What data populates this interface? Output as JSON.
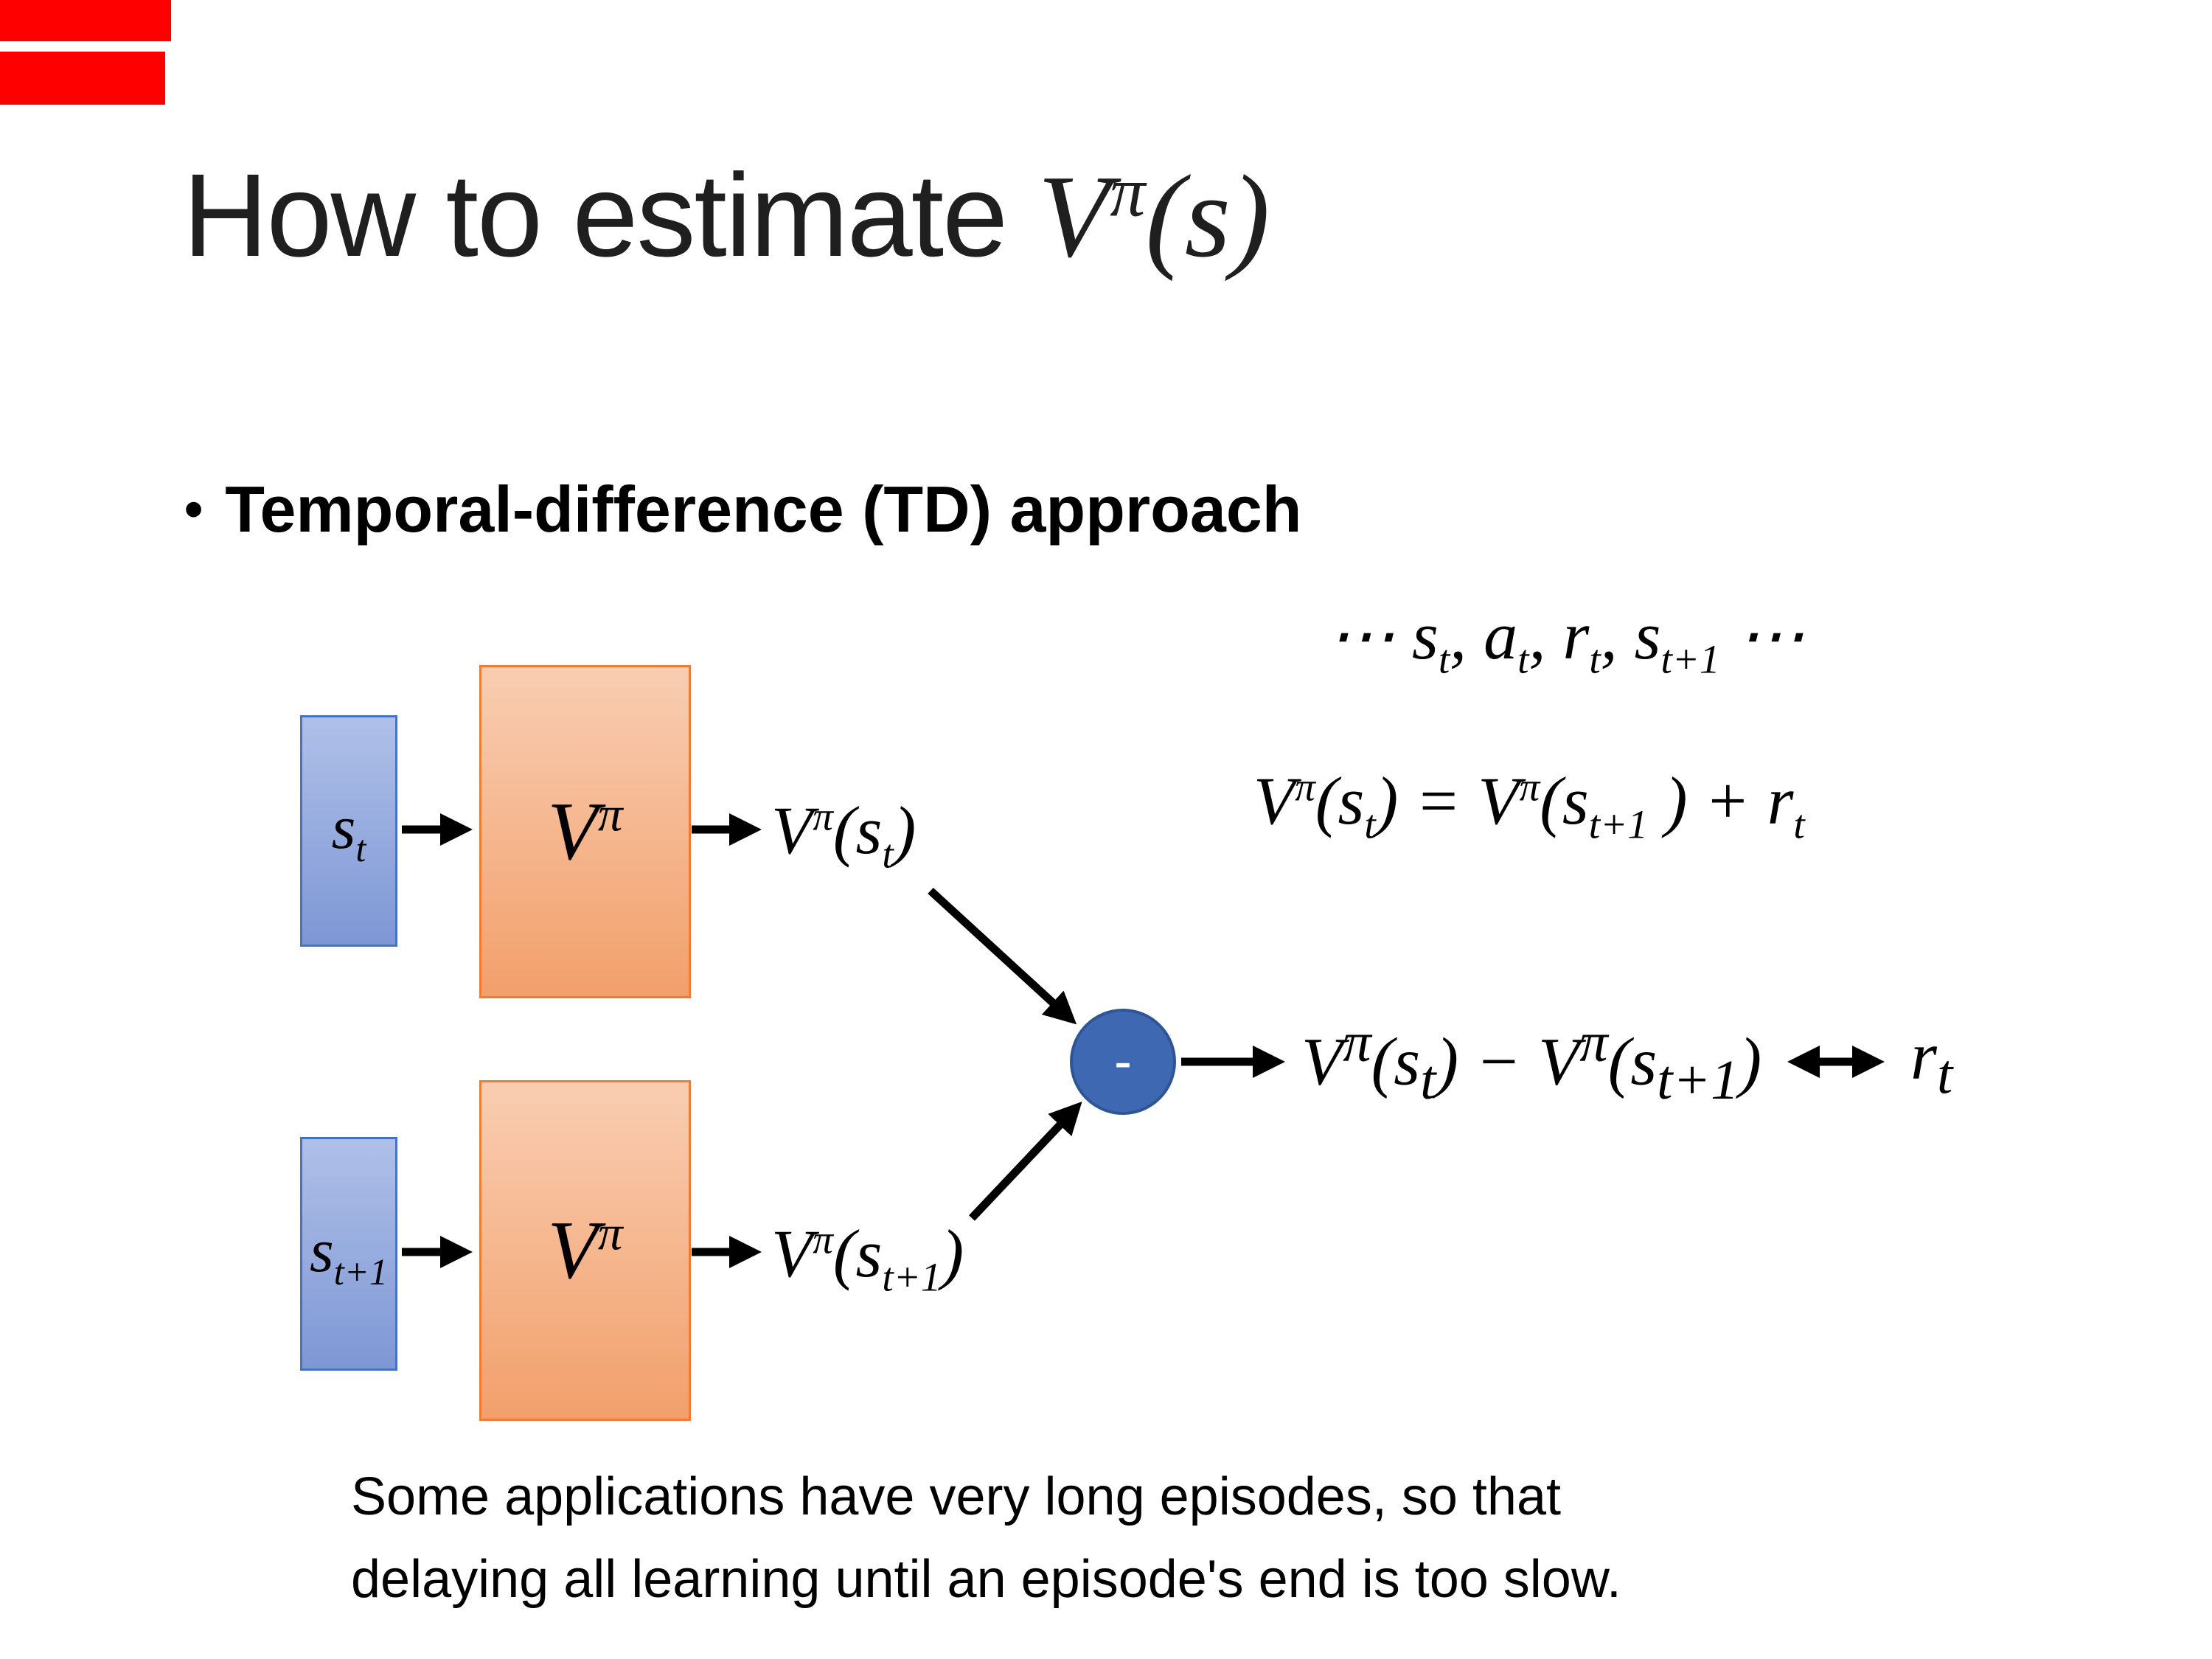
{
  "title": {
    "prefix": "How to estimate ",
    "math_html": "V<sup>π</sup>(s)"
  },
  "bullet": {
    "marker": "•",
    "text": "Temporal-difference (TD) approach"
  },
  "equations": {
    "trajectory_html": "⋯ s<sub>t</sub>, a<sub>t</sub>, r<sub>t</sub>, s<sub>t+1</sub> ⋯",
    "td_update_html": "V<sup>π</sup>(s<sub>t</sub>) = V<sup>π</sup>(s<sub>t+1</sub> ) + r<sub>t</sub>",
    "diff_html": "V<sup>π</sup>(s<sub>t</sub>) − V<sup>π</sup>(s<sub>t+1</sub>)",
    "reward_html": "r<sub>t</sub>"
  },
  "diagram": {
    "state_t_html": "s<sub>t</sub>",
    "state_t1_html": "s<sub>t+1</sub>",
    "value_fn_html": "V<sup>π</sup>",
    "value_out_t_html": "V<sup>π</sup>(s<sub>t</sub>)",
    "value_out_t1_html": "V<sup>π</sup>(s<sub>t+1</sub>)",
    "minus_label": "-"
  },
  "caption": {
    "line1": "Some applications have very long episodes, so that",
    "line2": "delaying all learning until an episode's end is too slow."
  },
  "colors": {
    "accent_red": "#FF0000",
    "state_fill_top": "#AFC0E8",
    "state_fill_bottom": "#7E97D5",
    "state_border": "#4472C4",
    "value_fill_top": "#F9CDB2",
    "value_fill_bottom": "#F2A06B",
    "value_border": "#ED7D31",
    "circle_fill": "#3E68B2",
    "circle_border": "#2E5596",
    "arrow": "#000000",
    "text": "#000000",
    "title_text": "#1F1F1F"
  }
}
